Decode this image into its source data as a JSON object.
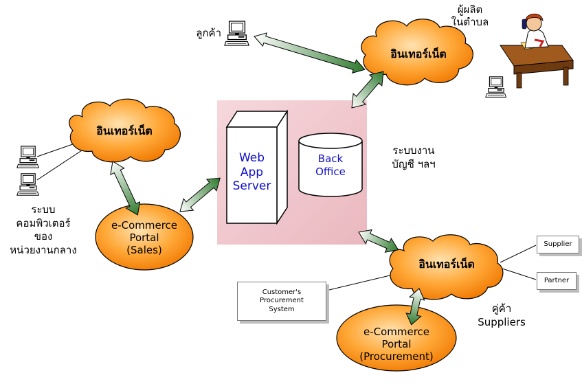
{
  "internet_top": "อินเทอร์เน็ต",
  "internet_left": "อินเทอร์เน็ต",
  "internet_bottom": "อินเทอร์เน็ต",
  "customer_label": "ลูกค้า",
  "local_producer": [
    "ผู้ผลิต",
    "ในตำบล"
  ],
  "web_app_server": [
    "Web",
    "App",
    "Server"
  ],
  "back_office": [
    "Back",
    "Office"
  ],
  "accounting_system": [
    "ระบบงาน",
    "บัญชี ฯลฯ"
  ],
  "central_computer": [
    "ระบบ",
    "คอมพิวเตอร์",
    "ของ",
    "หน่วยงานกลาง"
  ],
  "portal_sales": [
    "e-Commerce",
    "Portal",
    "(Sales)"
  ],
  "portal_procurement": [
    "e-Commerce",
    "Portal",
    "(Procurement)"
  ],
  "customer_procurement": [
    "Customer's",
    "Procurement",
    "System"
  ],
  "supplier_box": "Supplier",
  "partner_box": "Partner",
  "trade_partner": [
    "คู่ค้า",
    "Suppliers"
  ],
  "colors": {
    "panel": "#f0c6cc",
    "server_face": "#ffffff",
    "cloud": "#ff9a22",
    "portal": "#ff9a22",
    "text_blue": "#1010c8",
    "arrow_green": "#2f7a2f"
  }
}
